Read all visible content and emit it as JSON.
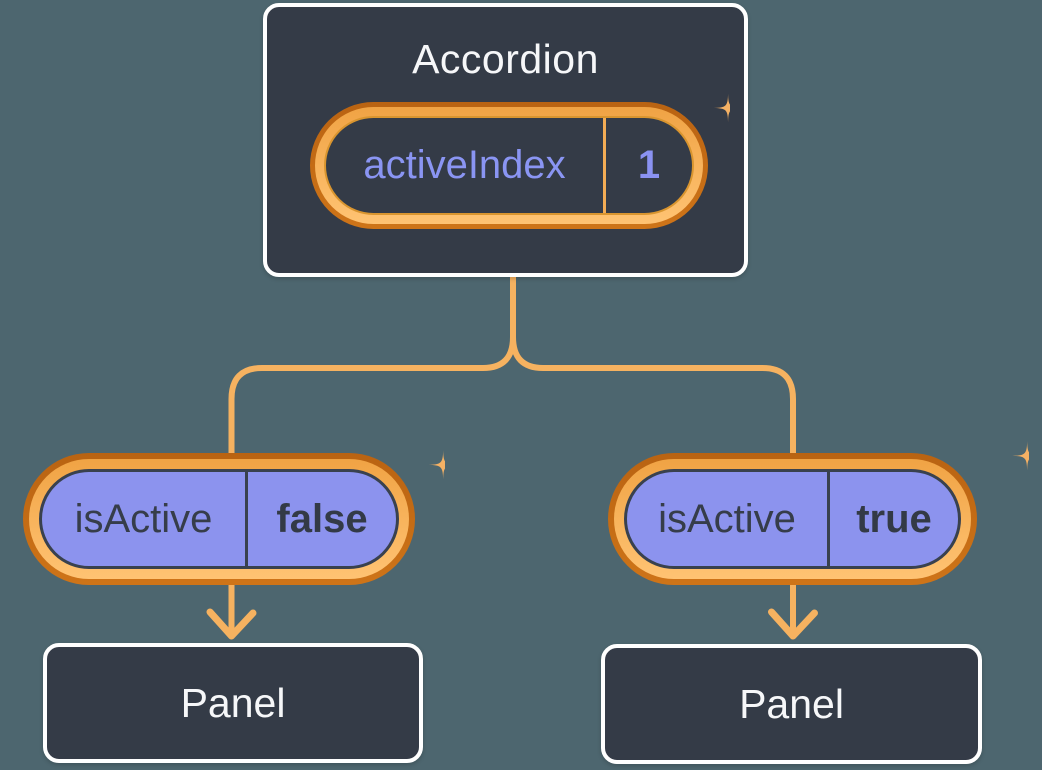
{
  "diagram": {
    "root": {
      "title": "Accordion",
      "state": {
        "label": "activeIndex",
        "value": "1"
      }
    },
    "children": [
      {
        "prop": {
          "label": "isActive",
          "value": "false"
        },
        "panel_label": "Panel"
      },
      {
        "prop": {
          "label": "isActive",
          "value": "true"
        },
        "panel_label": "Panel"
      }
    ]
  },
  "icons": {
    "sparkle": "sparkle-icon",
    "arrow": "arrow-down-icon"
  },
  "colors": {
    "background": "#4D666F",
    "card_fill": "#343B47",
    "card_border": "#FFFFFF",
    "title_text": "#F6F7F9",
    "pill_purple_fill": "#8C93EE",
    "pill_dark_text": "#363D4A",
    "state_purple_text": "#8A95F3",
    "ring_outer_orange": "#C2690F",
    "ring_band_orange": "#F7AC52",
    "connector_orange": "#F6B260"
  }
}
